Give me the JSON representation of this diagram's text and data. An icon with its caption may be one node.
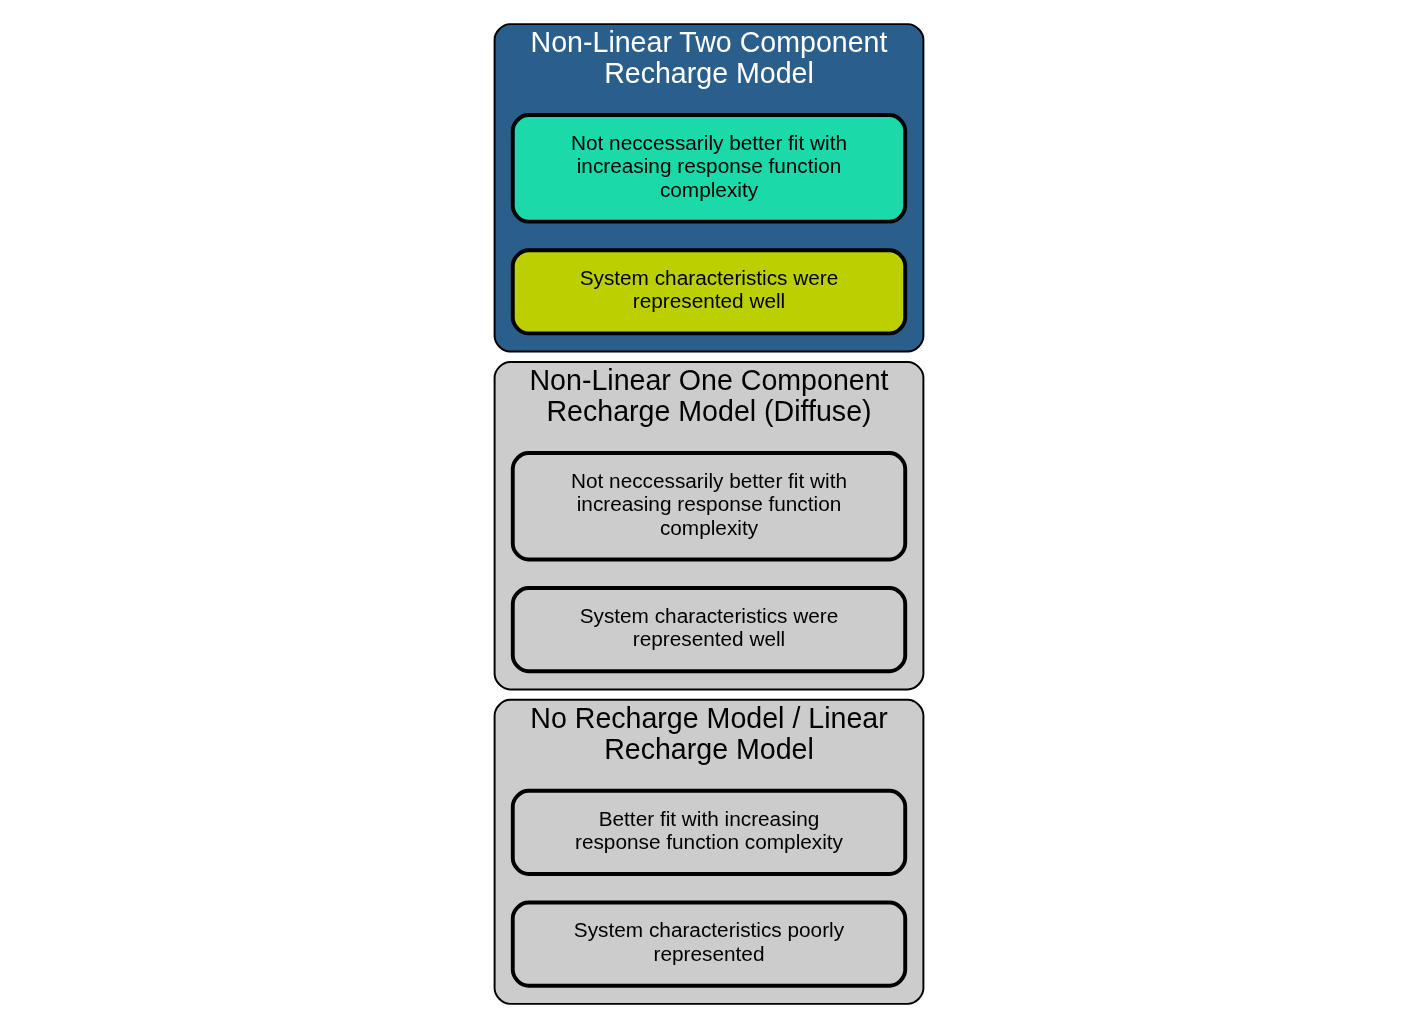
{
  "diagram": {
    "nodes": [
      {
        "text": [
          "No Recharge Model / Linear Recharge Model"
        ]
      },
      {
        "text": [
          "Better fit with increasing response function complexity"
        ],
        "in": 0
      },
      {
        "text": [
          "System characteristics poorly represented"
        ],
        "in": 0
      },
      {
        "text": [
          "Non-Linear One Component Recharge Model (Diffuse)"
        ]
      },
      {
        "text": [
          "Not neccessarily better fit with increasing response function complexity"
        ],
        "in": 3
      },
      {
        "text": [
          "System characteristics were represented well"
        ],
        "in": 3
      },
      {
        "text": [
          "Non-Linear Two Component Recharge Model"
        ]
      },
      {
        "text": [
          "Not neccessarily better fit with increasing response function complexity"
        ],
        "in": 6
      },
      {
        "text": [
          "System characteristics were represented well"
        ],
        "in": 6
      }
    ],
    "edges": []
  }
}
